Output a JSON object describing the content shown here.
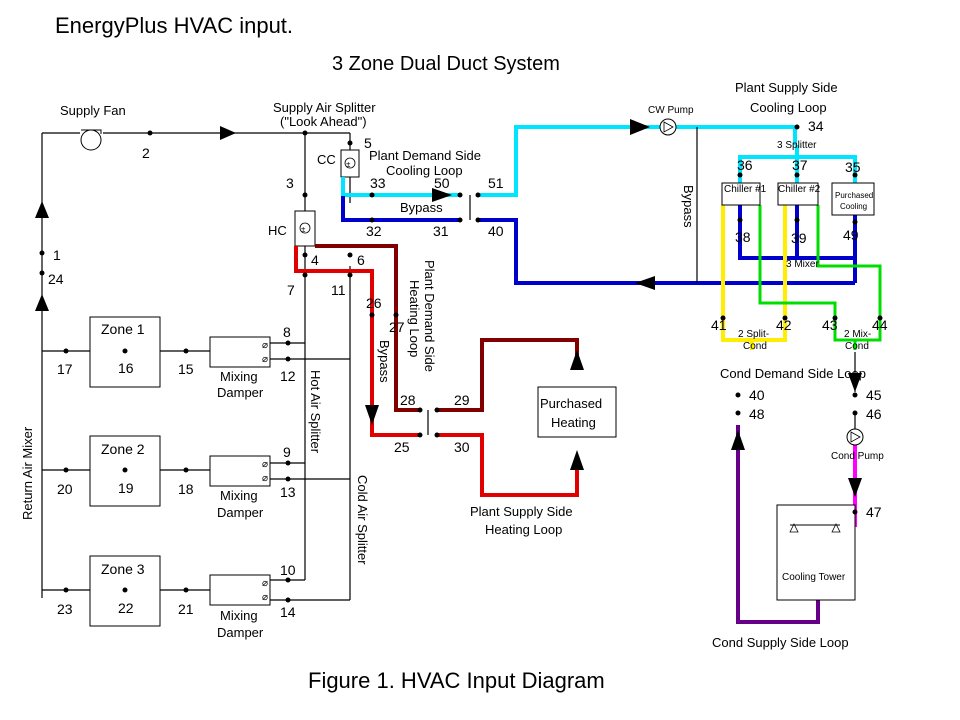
{
  "title": "EnergyPlus HVAC input.",
  "subtitle": "3 Zone Dual Duct System",
  "caption": "Figure 1.  HVAC Input Diagram",
  "labels": {
    "supply_fan": "Supply Fan",
    "supply_air_splitter_1": "Supply Air Splitter",
    "supply_air_splitter_2": "(\"Look Ahead\")",
    "cc": "CC",
    "hc": "HC",
    "plant_demand_cooling_1": "Plant Demand Side",
    "plant_demand_cooling_2": "Cooling Loop",
    "bypass": "Bypass",
    "plant_demand_heating": "Plant Demand Side",
    "heating_loop": "Heating Loop",
    "hot_air_splitter": "Hot Air Splitter",
    "cold_air_splitter": "Cold Air Splitter",
    "return_air_mixer": "Return Air Mixer",
    "mixing": "Mixing",
    "damper": "Damper",
    "purchased_heating_1": "Purchased",
    "purchased_heating_2": "Heating",
    "plant_supply_heating_1": "Plant Supply Side",
    "plant_supply_heating_2": "Heating Loop",
    "plant_supply_cooling_1": "Plant Supply Side",
    "plant_supply_cooling_2": "Cooling Loop",
    "cw_pump": "CW Pump",
    "splitter3": "3 Splitter",
    "mixer3": "3 Mixer",
    "chiller1": "Chiller #1",
    "chiller2": "Chiller #2",
    "purchased_cooling_1": "Purchased",
    "purchased_cooling_2": "Cooling",
    "split2": "2 Split-",
    "mix2": "2 Mix-",
    "cond": "Cond",
    "cond_demand": "Cond Demand Side Loop",
    "cond_pump": "Cond Pump",
    "cooling_tower": "Cooling Tower",
    "cond_supply": "Cond Supply Side Loop"
  },
  "zones": [
    {
      "name": "Zone 1",
      "node": "16",
      "in_node": "15",
      "out_node": "17",
      "hot_node": "8",
      "cold_node": "12"
    },
    {
      "name": "Zone 2",
      "node": "19",
      "in_node": "18",
      "out_node": "20",
      "hot_node": "9",
      "cold_node": "13"
    },
    {
      "name": "Zone 3",
      "node": "22",
      "in_node": "21",
      "out_node": "23",
      "hot_node": "10",
      "cold_node": "14"
    }
  ],
  "nodes": {
    "n1": "1",
    "n24": "24",
    "n2": "2",
    "n3": "3",
    "n5": "5",
    "n4": "4",
    "n6": "6",
    "n7": "7",
    "n11": "11",
    "n33": "33",
    "n50": "50",
    "n51": "51",
    "n32": "32",
    "n31": "31",
    "n40a": "40",
    "n26": "26",
    "n27": "27",
    "n28": "28",
    "n29": "29",
    "n25": "25",
    "n30": "30",
    "n34": "34",
    "n36": "36",
    "n37": "37",
    "n35": "35",
    "n38": "38",
    "n39": "39",
    "n49": "49",
    "n41": "41",
    "n42": "42",
    "n43": "43",
    "n44": "44",
    "n40b": "40",
    "n48": "48",
    "n45": "45",
    "n46": "46",
    "n47": "47"
  },
  "colors": {
    "cyan": "#00e5ff",
    "blue": "#0000cc",
    "red": "#e00000",
    "darkred": "#800000",
    "yellow": "#ffee00",
    "green": "#00dd00",
    "magenta": "#ff00ff",
    "purple": "#660088",
    "black": "#000000"
  }
}
